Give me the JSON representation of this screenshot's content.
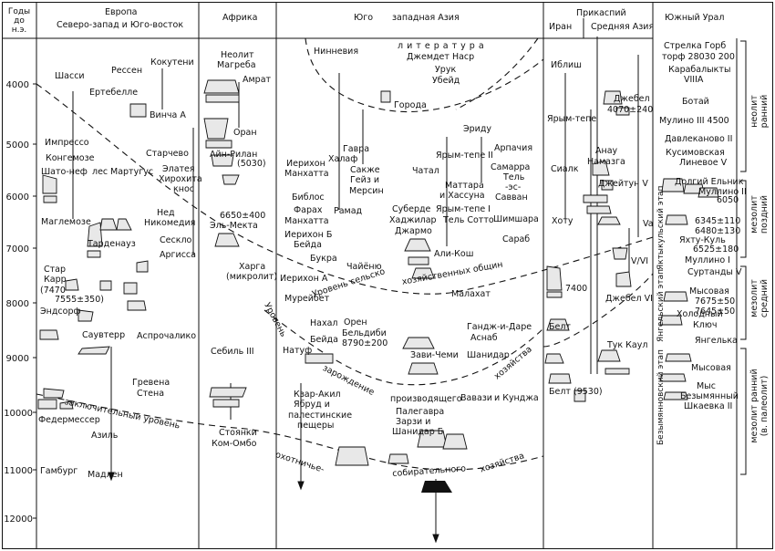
{
  "header": {
    "years": "Годы\nдо\nн.э.",
    "europe": "Европа",
    "europe_sub": "Северо-запад и Юго-восток",
    "africa": "Африка",
    "sw_asia_left": "Юго",
    "sw_asia_right": "западная Азия",
    "caspian": "Прикаспий",
    "iran": "Иран",
    "central_asia": "Средняя Азия",
    "south_urals": "Южный Урал"
  },
  "years": [
    "4000",
    "5000",
    "6000",
    "7000",
    "8000",
    "9000",
    "10000",
    "11000",
    "12000"
  ],
  "europe": {
    "shassi": "Шасси",
    "ressen": "Рессен",
    "kokuteni": "Кокутени",
    "ertebelle": "Ертебелле",
    "vincha": "Винча А",
    "impresso": "Импрессо",
    "kongemose": "Конгемозе",
    "starchevo": "Старчево",
    "shato": "Шато-неф",
    "les": "лес",
    "martyugus": "Мартугус",
    "elatea": "Элатея",
    "hirokhita": "Хирохита",
    "knos": "кнос",
    "maglemoze": "Маглемозе",
    "ned": "Нед",
    "nikomedia": "Никомедия",
    "tardenauz": "Тарденауз",
    "seskl": "Сескло",
    "argissa": "Аргисса",
    "star": "Стар",
    "karr": "Карр",
    "karr1": "(7470",
    "karr2": "7555±350)",
    "endsorf": "Эндсорф",
    "sauveterr": "Саувтерр",
    "asprochaliko": "Аспрочалико",
    "grevena": "Гревена",
    "stena": "Стена",
    "federmesser": "Федермессер",
    "azil": "Азиль",
    "gamburg": "Гамбург",
    "madlen": "Мадлен"
  },
  "africa": {
    "neolit": "Неолит",
    "magreba": "Магреба",
    "amrat": "Амрат",
    "oran": "Оран",
    "ain_rilan": "Айн-Рилан",
    "ain_rilan_date": "(5030)",
    "d6650": "6650±400",
    "el_mekta": "Эль-Мекта",
    "kharga": "Харга",
    "mikrolit": "(микролит)",
    "sebil": "Себиль III",
    "stoyanki": "Стоянки",
    "kom_ombo": "Ком-Омбо"
  },
  "swasia": {
    "nineveh": "Нинневия",
    "literatura": "л и т е р а т у р а",
    "jemdet": "Джемдет Наср",
    "uruk": "Урук",
    "ubeid": "Убейд",
    "goroda": "Города",
    "eridu": "Эриду",
    "gavra": "Гавра",
    "khalaf": "Халаф",
    "yarym2": "Ярым-тепе II",
    "arpachiya": "Арпачия",
    "ierikhon_a": "Иерихон",
    "mankhatta1": "Манхатта",
    "sakzhe": "Сакже",
    "geiz": "Гейз и",
    "mersin": "Мерсин",
    "chatal": "Чатал",
    "mattara": "Маттара",
    "khassuna": "и Хассуна",
    "samarra": "Самарра",
    "tel": "Тель",
    "ze": "-эс-",
    "savvan": "Савван",
    "farakh": "Фарах",
    "mankhatta2": "Манхатта",
    "biblos": "Библос",
    "ramad": "Рамад",
    "suberde": "Суберде",
    "yarym1": "Ярым-тепе I",
    "khajilar": "Хаджилар",
    "tel_sotto": "Тель Сотто",
    "shimshara": "Шимшара",
    "ierikhon_b": "Иерихон Б",
    "beida1": "Бейда",
    "jarmo": "Джармо",
    "sarab": "Сараб",
    "ali_kosh": "Али-Кош",
    "bukra": "Букра",
    "chayenyu": "Чайёню",
    "ierikhon_a2": "Иерихон А",
    "mureibet": "Мурейбет",
    "malakhat": "Малахат",
    "nakhal": "Нахал",
    "oren": "Орен",
    "beida2": "Бейда",
    "beldibi": "Бельдиби",
    "d8790": "8790±200",
    "natuf": "Натуф",
    "ganj": "Гандж-и-Даре",
    "asnab": "Аснаб",
    "zavi": "Зави-Чеми",
    "shanidar": "Шанидар",
    "kzar": "Кзар-Акил",
    "yabrud": "Ябруд и",
    "palest": "палестинские",
    "peshchery": "пещеры",
    "vavazi": "Вавази",
    "kundzha": "и Кунджа",
    "palegavra": "Палегавра",
    "zarzi": "Зарзи и",
    "shanidar_b": "Шанидар Б"
  },
  "caspian": {
    "iblish": "Иблиш",
    "yarym_tepe": "Ярым-тепе",
    "sialk": "Сиалк",
    "khotu": "Хоту",
    "belt": "Белт",
    "d7400": "7400",
    "belt_9530": "Белт (9530)",
    "jebel_top": "Джебел",
    "jebel_top2": "4070±240",
    "anau": "Анау",
    "namazga": "Намазга",
    "jeitun": "Джейтун V",
    "va": "Va",
    "v_vi": "V/VI",
    "jebel_vi": "Джебел VI",
    "tuk_kaul": "Тук Каул"
  },
  "urals": {
    "strelka": "Стрелка Горб",
    "torf": "торф 28030 200",
    "karabalykty": "Карабалыкты",
    "viiia": "VIIIA",
    "botai": "Ботай",
    "mulino3": "Мулино III 4500",
    "davlekanovo": "Давлеканово II",
    "kusim": "Кусимовская",
    "linevoe": "Линевое V",
    "dolgy": "Долгий Ельник",
    "mullino2a": "Муллино II",
    "d6050": "6050",
    "d6345": "6345±110",
    "d6480": "6480±130",
    "yakhtu": "Яхту-Куль",
    "d6525": "6525±180",
    "mullino1": "Муллино I",
    "surtandy": "Суртанды V",
    "mysovaya": "Мысовая",
    "d7675": "7675±50",
    "d7645": "7645±50",
    "kholodny": "Холодный",
    "klyuch": "Ключ",
    "yangelka": "Янгелька",
    "mysovaya2": "Мысовая",
    "mys": "Мыс",
    "bezymyanny": "Безымянный",
    "shkaevka": "Шкаевка II"
  },
  "stages": {
    "yaktykul": "Яктыкульский этап",
    "yangel": "Янгельский этап",
    "bezym": "Безымянновский этап"
  },
  "periods": {
    "neolit": "неолит\nранний",
    "mezolit_late": "мезолит\nпоздний",
    "mezolit_mid": "мезолит\nсредний",
    "mezolit_early": "мезолит ранний\n(в. палеолит)"
  },
  "zones": {
    "level_agri": "Уровень сельско",
    "khoz_obsh": "хозяйственных общин",
    "uroven": "Уровень",
    "zarozhdenie": "зарождение",
    "khozyaistva": "хозяйства",
    "proizvod": "производящего",
    "zakl": "заключительный уровень",
    "okhotnich": "охотничье-",
    "sobirat": "собирательного",
    "khoz2": "хозяйства"
  }
}
